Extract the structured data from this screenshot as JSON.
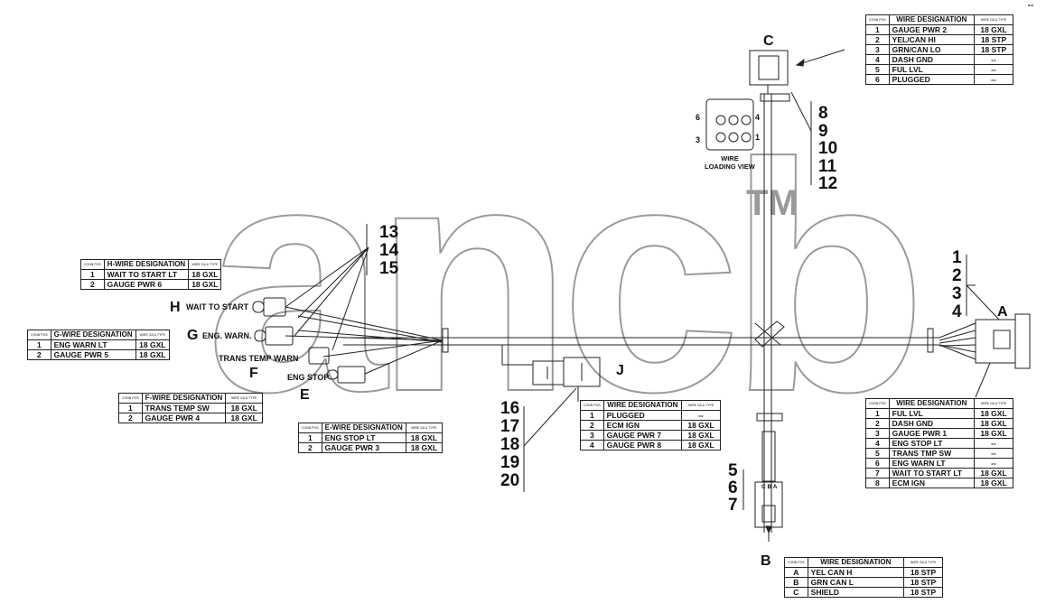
{
  "watermark": {
    "text": "ancb",
    "tm": "TM"
  },
  "corner_note": "a-b",
  "connectors": {
    "A": "A",
    "B": "B",
    "C": "C",
    "E": "E",
    "F": "F",
    "G": "G",
    "H": "H",
    "J": "J"
  },
  "wire_labels": {
    "wait_to_start": "WAIT TO START",
    "eng_warn": "ENG. WARN.",
    "trans_temp_warn": "TRANS TEMP WARN",
    "eng_stop": "ENG STOP",
    "loading_view": "WIRE\nLOADING VIEW"
  },
  "loading_view_pins": {
    "p6": "6",
    "p4": "4",
    "p3": "3",
    "p1": "1"
  },
  "callouts": {
    "c1": "1",
    "c2": "2",
    "c3": "3",
    "c4": "4",
    "c5": "5",
    "c6": "6",
    "c7": "7",
    "c8": "8",
    "c9": "9",
    "c10": "10",
    "c11": "11",
    "c12": "12",
    "c13": "13",
    "c14": "14",
    "c15": "15",
    "c16": "16",
    "c17": "17",
    "c18": "18",
    "c19": "19",
    "c20": "20"
  },
  "b_conn_letters": "C B A",
  "tables": {
    "h": {
      "h1": "CONN POS",
      "h2": "H-WIRE DESIGNATION",
      "h3": "WIRE GA & TYPE",
      "rows": [
        [
          "1",
          "WAIT TO START LT",
          "18 GXL"
        ],
        [
          "2",
          "GAUGE PWR 6",
          "18 GXL"
        ]
      ]
    },
    "g": {
      "h1": "CONN POS",
      "h2": "G-WIRE DESIGNATION",
      "h3": "WIRE GA & TYPE",
      "rows": [
        [
          "1",
          "ENG WARN LT",
          "18 GXL"
        ],
        [
          "2",
          "GAUGE PWR 5",
          "18 GXL"
        ]
      ]
    },
    "f": {
      "h1": "CONN POS",
      "h2": "F-WIRE DESIGNATION",
      "h3": "WIRE GA & TYPE",
      "rows": [
        [
          "1",
          "TRANS TEMP SW",
          "18 GXL"
        ],
        [
          "2",
          "GAUGE PWR 4",
          "18 GXL"
        ]
      ]
    },
    "e": {
      "h1": "CONN POS",
      "h2": "E-WIRE DESIGNATION",
      "h3": "WIRE GA & TYPE",
      "rows": [
        [
          "1",
          "ENG STOP LT",
          "18 GXL"
        ],
        [
          "2",
          "GAUGE PWR 3",
          "18 GXL"
        ]
      ]
    },
    "j": {
      "h1": "CONN POS",
      "h2": "WIRE DESIGNATION",
      "h3": "WIRE GA & TYPE",
      "rows": [
        [
          "1",
          "PLUGGED",
          "--"
        ],
        [
          "2",
          "ECM IGN",
          "18 GXL"
        ],
        [
          "3",
          "GAUGE PWR 7",
          "18 GXL"
        ],
        [
          "4",
          "GAUGE PWR 8",
          "18 GXL"
        ]
      ]
    },
    "c": {
      "h1": "CONN POS",
      "h2": "WIRE DESIGNATION",
      "h3": "WIRE GA & TYPE",
      "rows": [
        [
          "1",
          "GAUGE PWR 2",
          "18 GXL"
        ],
        [
          "2",
          "YEL/CAN HI",
          "18 STP"
        ],
        [
          "3",
          "GRN/CAN LO",
          "18 STP"
        ],
        [
          "4",
          "DASH GND",
          "--"
        ],
        [
          "5",
          "FUL LVL",
          "--"
        ],
        [
          "6",
          "PLUGGED",
          "--"
        ]
      ]
    },
    "a": {
      "h1": "CONN POS",
      "h2": "WIRE DESIGNATION",
      "h3": "WIRE GA & TYPE",
      "rows": [
        [
          "1",
          "FUL LVL",
          "18 GXL"
        ],
        [
          "2",
          "DASH GND",
          "18 GXL"
        ],
        [
          "3",
          "GAUGE PWR 1",
          "18 GXL"
        ],
        [
          "4",
          "ENG STOP LT",
          "--"
        ],
        [
          "5",
          "TRANS TMP SW",
          "--"
        ],
        [
          "6",
          "ENG WARN LT",
          "--"
        ],
        [
          "7",
          "WAIT TO START LT",
          "18 GXL"
        ],
        [
          "8",
          "ECM IGN",
          "18 GXL"
        ]
      ]
    },
    "b": {
      "h1": "CONN POS",
      "h2": "WIRE DESIGNATION",
      "h3": "WIRE GA & TYPE",
      "rows": [
        [
          "A",
          "YEL CAN H",
          "18 STP"
        ],
        [
          "B",
          "GRN CAN L",
          "18 STP"
        ],
        [
          "C",
          "SHIELD",
          "18 STP"
        ]
      ]
    }
  }
}
